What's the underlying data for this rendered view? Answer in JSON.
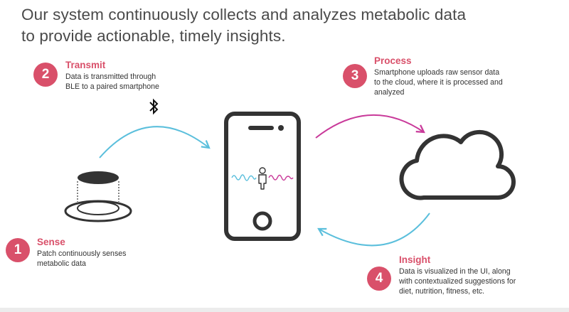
{
  "headline": {
    "line1": "Our system continuously collects and analyzes metabolic data",
    "line2": "to provide actionable, timely insights."
  },
  "steps": [
    {
      "number": "1",
      "title": "Sense",
      "description": [
        "Patch continuously senses",
        "metabolic data"
      ]
    },
    {
      "number": "2",
      "title": "Transmit",
      "description": [
        "Data is transmitted through",
        "BLE to a paired smartphone"
      ]
    },
    {
      "number": "3",
      "title": "Process",
      "description": [
        "Smartphone uploads raw sensor data",
        "to the cloud, where it is processed and",
        "analyzed"
      ]
    },
    {
      "number": "4",
      "title": "Insight",
      "description": [
        "Data is visualized in the UI, along",
        "with contextualized suggestions for",
        "diet, nutrition, fitness, etc."
      ]
    }
  ],
  "icons": {
    "bluetooth": "bluetooth-icon",
    "phone": "smartphone-icon",
    "cloud": "cloud-icon",
    "patch": "sensor-patch-icon",
    "person": "person-icon"
  },
  "colors": {
    "accent": "#d9506a",
    "blue_arrow": "#5bbfdc",
    "magenta_arrow": "#c93a9a",
    "outline": "#333333"
  }
}
